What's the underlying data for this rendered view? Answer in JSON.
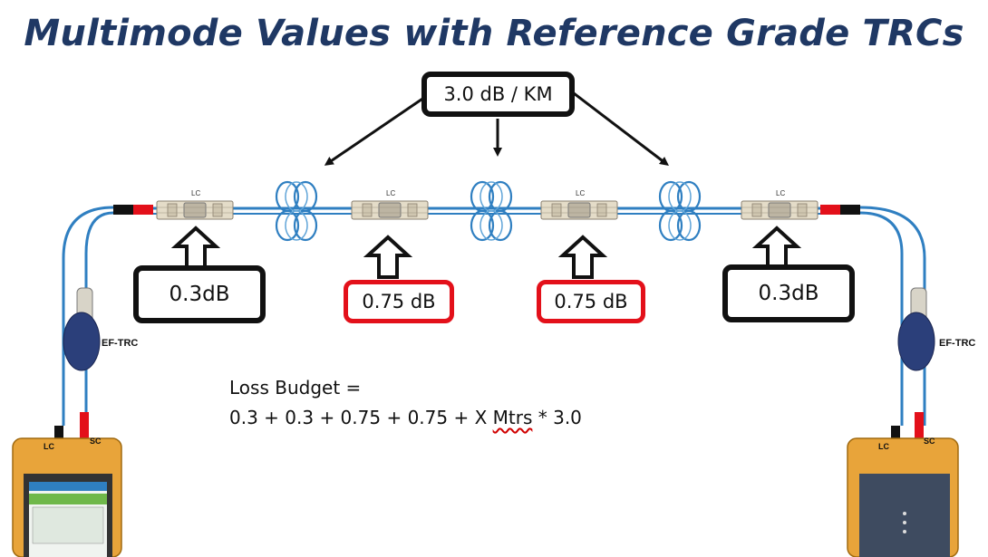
{
  "title": "Multimode Values with Reference Grade TRCs",
  "attenuation_label": "3.0 dB / KM",
  "connector_losses": [
    {
      "label": "0.3dB",
      "highlight": "black"
    },
    {
      "label": "0.75 dB",
      "highlight": "red"
    },
    {
      "label": "0.75 dB",
      "highlight": "red"
    },
    {
      "label": "0.3dB",
      "highlight": "black"
    }
  ],
  "connector_type": "LC",
  "loss_budget": {
    "line1": "Loss Budget =",
    "line2_prefix": "0.3 + 0.3 + 0.75 + 0.75 + X ",
    "line2_squiggle": "Mtrs",
    "line2_suffix": " * 3.0"
  },
  "trc_left_label": "EF-TRC",
  "trc_right_label": "EF-TRC",
  "tester_ports": {
    "left": "LC",
    "right": "SC"
  },
  "colors": {
    "title": "#1f3864",
    "fiber": "#2f7fc1",
    "red_box": "#e3101a",
    "box_border": "#111111"
  }
}
